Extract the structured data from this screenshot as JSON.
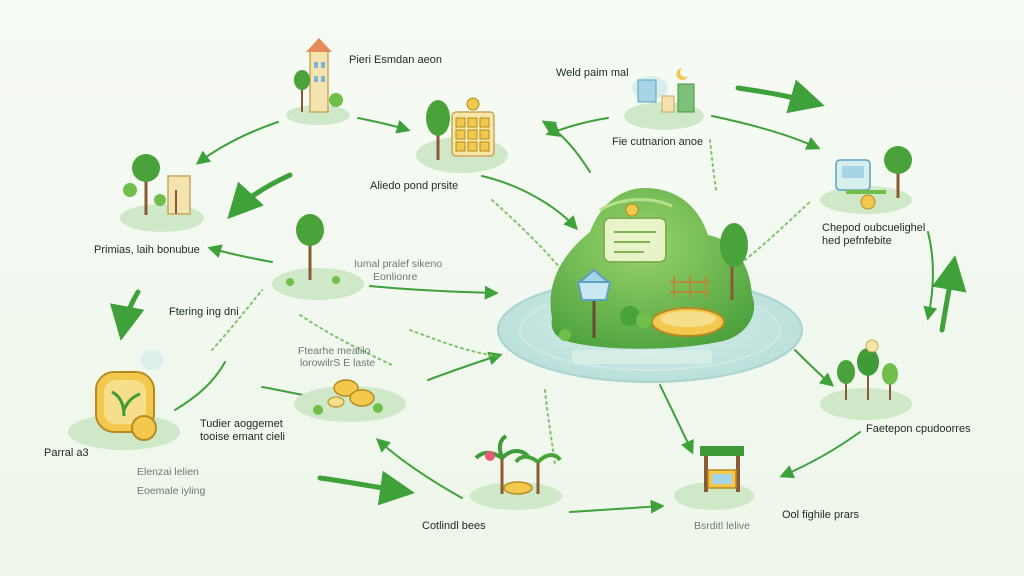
{
  "colors": {
    "arrow": "#3ea13a",
    "arrow_dark": "#2f8f2f",
    "pond": "#bfe3df",
    "pond_edge": "#a9d4cf",
    "leaf": "#6fbf4a",
    "leaf_dark": "#3f9a38",
    "trunk": "#8a5a34",
    "gold": "#f2c94c",
    "cream": "#f6e7a6",
    "ground": "#cfe8c7"
  },
  "labels": {
    "top_center": "Pieri Esmdan aeon",
    "upper_left_pond": "Aliedo pond prsite",
    "left_top": "Primias, laih bonubue",
    "mid_tree_1": "Iumal pralef sikeno",
    "mid_tree_2": "Eonlionre",
    "left_mid": "Ftering ing dni",
    "coin_1": "Ftearhe mealilo",
    "coin_2": "lorowilrS E laste",
    "left_big_1": "Tudier aoggemet",
    "left_big_2": "tooise emant cieli",
    "left_corner": "Parral a3",
    "left_small_1": "Elenzai lelien",
    "left_small_2": "Eoemale iyling",
    "top_right_1": "Weld paim mal",
    "top_right_2": "Fie cutnarion anoe",
    "right_top_1": "Chepod oubcuelighel",
    "right_top_2": "hed pefnfebite",
    "right_low": "Faetepon cpudoorres",
    "bottom_center": "Cotlindl bees",
    "bottom_right_1": "Ool fighile prars",
    "bottom_right_2": "Bsrditl lelive"
  }
}
